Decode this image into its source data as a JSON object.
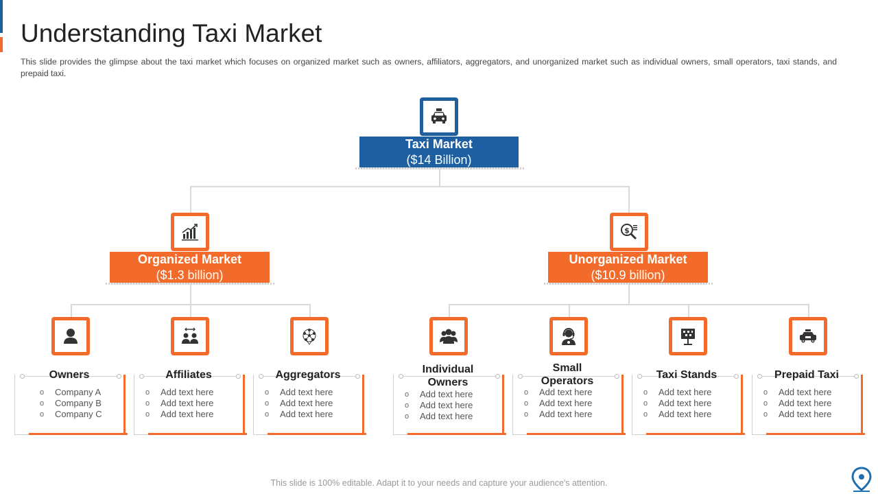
{
  "header": {
    "title": "Understanding Taxi Market",
    "subtitle": "This slide provides the glimpse about the taxi market which focuses on organized market such as owners, affiliators, aggregators, and unorganized market such as individual owners, small operators, taxi stands, and prepaid taxi."
  },
  "root": {
    "name": "Taxi Market",
    "value": "($14 Billion)",
    "icon": "taxi-icon"
  },
  "branches": [
    {
      "name": "Organized Market",
      "value": "($1.3 billion)",
      "icon": "growth-chart-icon"
    },
    {
      "name": "Unorganized Market",
      "value": "($10.9 billion)",
      "icon": "money-search-icon"
    }
  ],
  "leaves": [
    {
      "title": "Owners",
      "icon": "user-icon",
      "items": [
        "Company A",
        "Company B",
        "Company C"
      ]
    },
    {
      "title": "Affiliates",
      "icon": "affiliates-icon",
      "items": [
        "Add text here",
        "Add text here",
        "Add text here"
      ]
    },
    {
      "title": "Aggregators",
      "icon": "network-icon",
      "items": [
        "Add text here",
        "Add text here",
        "Add text here"
      ]
    },
    {
      "title": "Individual Owners",
      "title_line1": "Individual",
      "title_line2": "Owners",
      "icon": "group-icon",
      "items": [
        "Add text here",
        "Add text here",
        "Add text here"
      ]
    },
    {
      "title": "Small Operators",
      "title_line1": "Small",
      "title_line2": "Operators",
      "icon": "operator-headset-icon",
      "items": [
        "Add text here",
        "Add text here",
        "Add text here"
      ]
    },
    {
      "title": "Taxi Stands",
      "icon": "taxi-stand-icon",
      "items": [
        "Add text here",
        "Add text here",
        "Add text here"
      ]
    },
    {
      "title": "Prepaid Taxi",
      "icon": "prepaid-taxi-icon",
      "items": [
        "Add text here",
        "Add text here",
        "Add text here"
      ]
    }
  ],
  "footer": {
    "text": "This slide is 100% editable. Adapt it to your needs and capture your audience's attention."
  },
  "colors": {
    "blue": "#1f5f9e",
    "orange": "#f26b2a",
    "line": "#d9d9d9"
  }
}
